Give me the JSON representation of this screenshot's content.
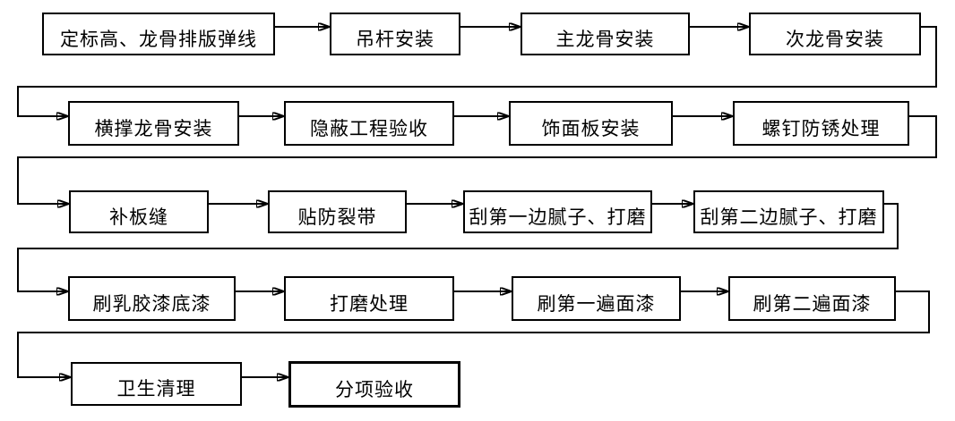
{
  "flow": {
    "rows": [
      {
        "boxes": [
          "定标高、龙骨排版弹线",
          "吊杆安装",
          "主龙骨安装",
          "次龙骨安装"
        ]
      },
      {
        "boxes": [
          "横撑龙骨安装",
          "隐蔽工程验收",
          "饰面板安装",
          "螺钉防锈处理"
        ]
      },
      {
        "boxes": [
          "补板缝",
          "贴防裂带",
          "刮第一边腻子、打磨",
          "刮第二边腻子、打磨"
        ]
      },
      {
        "boxes": [
          "刷乳胶漆底漆",
          "打磨处理",
          "刷第一遍面漆",
          "刷第二遍面漆"
        ]
      },
      {
        "boxes": [
          "卫生清理",
          "分项验收"
        ]
      }
    ],
    "connector_style": "right-angle-arrows-wrapping-to-next-row",
    "colors": {
      "background": "#ffffff",
      "line": "#000000",
      "box_border": "#000000",
      "box_fill": "#ffffff",
      "text": "#000000"
    }
  }
}
